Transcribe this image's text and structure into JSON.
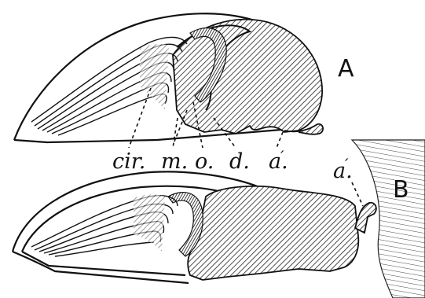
{
  "figure": {
    "panel_a": {
      "letter": "A",
      "labels": {
        "cir": "cir.",
        "m": "m.",
        "o": "o.",
        "d": "d.",
        "a": "a."
      }
    },
    "panel_b": {
      "letter": "B",
      "labels": {
        "a": "a."
      }
    }
  }
}
